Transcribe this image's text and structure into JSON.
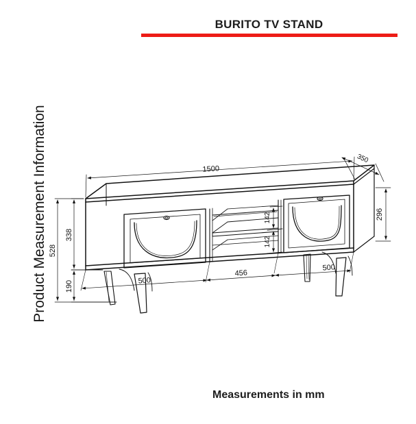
{
  "header": {
    "title": "BURITO TV STAND",
    "rule_color": "#ed1c16"
  },
  "side_caption": "Product Measurement Information",
  "footer": {
    "note": "Measurements in mm"
  },
  "product": {
    "name": "BURITO TV STAND",
    "type": "tv-stand",
    "view": "isometric-technical-drawing",
    "units": "mm",
    "features": {
      "doors": 2,
      "door_motif": "half-circle arc",
      "knobs": 2,
      "open_shelf_bays": 2,
      "legs": 4,
      "leg_style": "tapered-angled"
    }
  },
  "dimensions": {
    "overall_width": "1500",
    "overall_depth": "350",
    "overall_height": "528",
    "cabinet_height": "338",
    "cabinet_body_height": "296",
    "leg_height": "190",
    "left_door_width": "500",
    "center_section_width": "456",
    "right_door_width": "500",
    "shelf_bay_upper": "142",
    "shelf_bay_lower": "142"
  },
  "labels": {
    "width_1500": "1500",
    "depth_350": "350",
    "height_528": "528",
    "height_338": "338",
    "height_296": "296",
    "height_190": "190",
    "left_500": "500",
    "center_456": "456",
    "right_500": "500",
    "bay_upper_142": "142",
    "bay_lower_142": "142"
  },
  "colors": {
    "line": "#111111",
    "accent_red": "#ed1c16",
    "background": "#ffffff"
  }
}
